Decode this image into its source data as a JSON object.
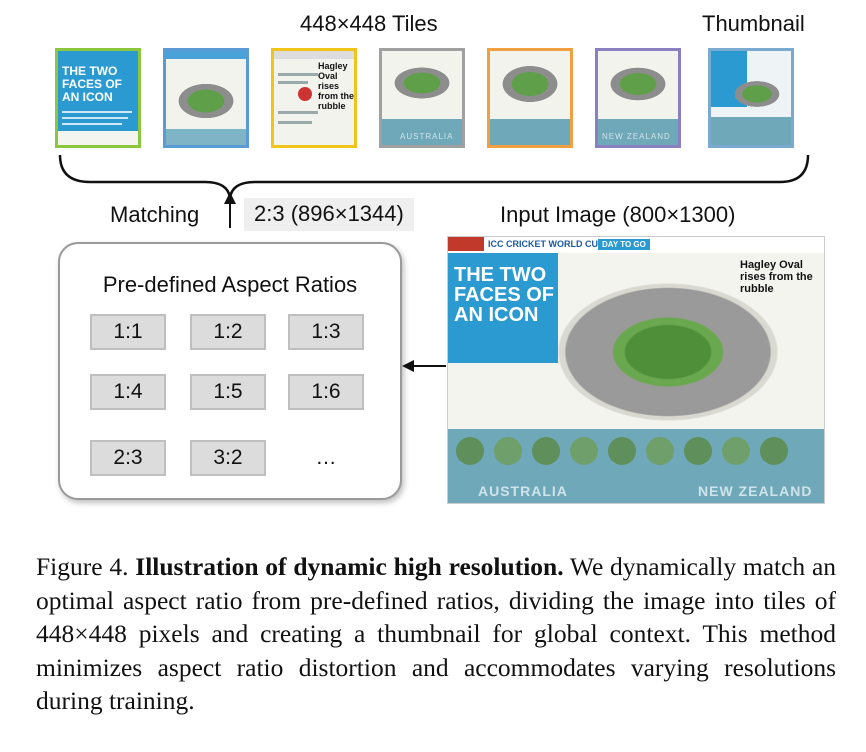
{
  "figure": {
    "tiles_label": "448×448 Tiles",
    "thumbnail_label": "Thumbnail",
    "matching_label": "Matching",
    "matched_ratio": "2:3 (896×1344)",
    "input_label": "Input Image (800×1300)",
    "ratios_title": "Pre-defined Aspect Ratios",
    "ratios": [
      "1:1",
      "1:2",
      "1:3",
      "1:4",
      "1:5",
      "1:6",
      "2:3",
      "3:2",
      "…"
    ],
    "tile_border_colors": [
      "#8cc63f",
      "#5b9bd5",
      "#f0c419",
      "#a0a0a0",
      "#f0a040",
      "#8a7fc0",
      "#7aaad0"
    ],
    "poster": {
      "headline_line1": "THE TWO",
      "headline_line2": "FACES OF",
      "headline_line3": "AN ICON",
      "header_left": "ICC CRICKET WORLD CUP 2015",
      "day_to_go": "DAY TO GO",
      "right_headline": "Hagley Oval rises from the rubble",
      "country_left": "AUSTRALIA",
      "country_right": "NEW ZEALAND"
    }
  },
  "caption": {
    "prefix": "Figure 4.",
    "title": "Illustration of dynamic high resolution.",
    "body": "We dynamically match an optimal aspect ratio from pre-defined ratios, dividing the image into tiles of 448×448 pixels and creating a thumbnail for global context. This method minimizes aspect ratio distortion and accommodates varying resolutions during training."
  }
}
